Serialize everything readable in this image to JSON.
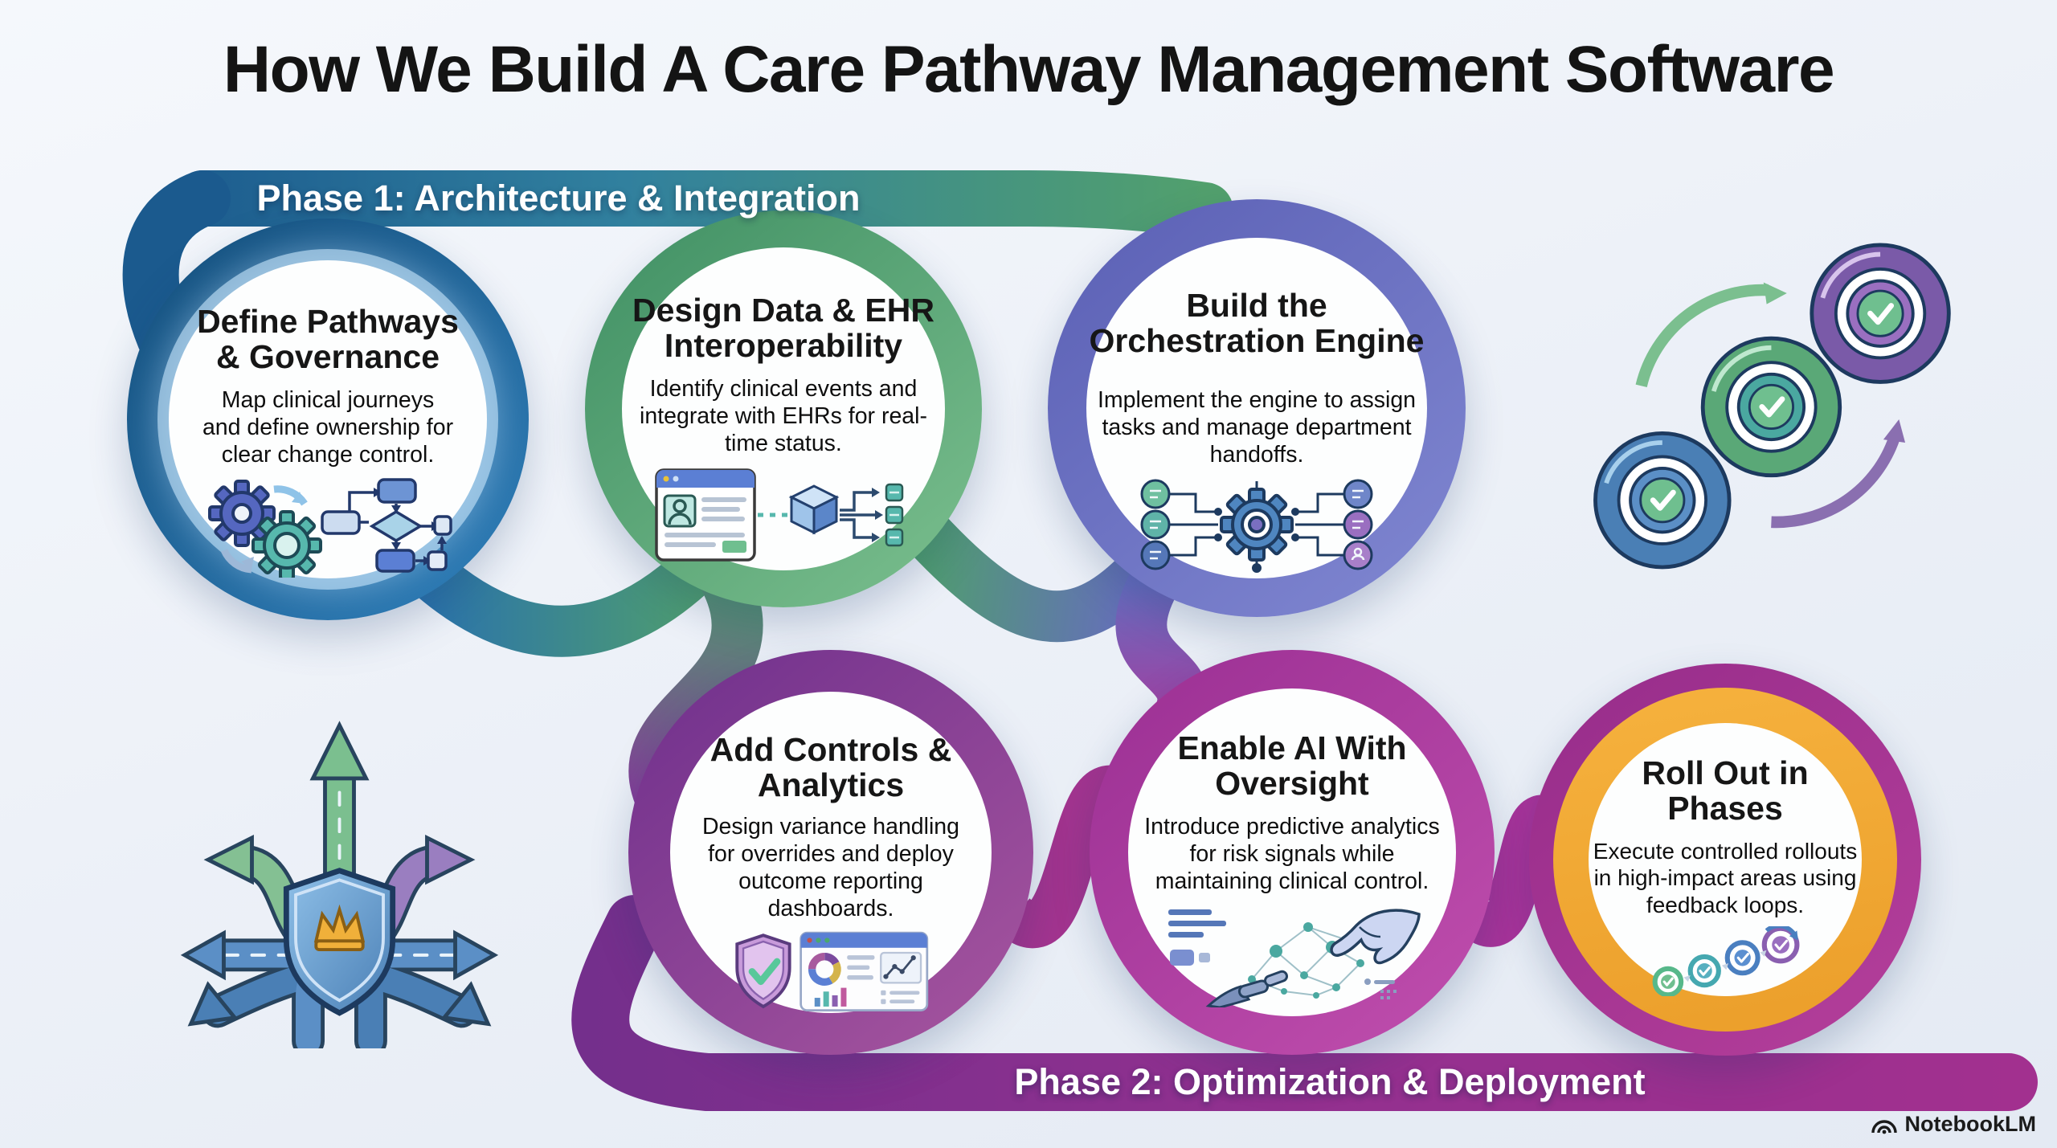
{
  "header": {
    "title": "How We Build A Care Pathway Management Software"
  },
  "phases": [
    {
      "label": "Phase 1: Architecture & Integration",
      "color_start": "#1b5a8e",
      "color_end": "#52a06d"
    },
    {
      "label": "Phase 2: Optimization & Deployment",
      "color_start": "#732f8c",
      "color_end": "#a2308f"
    }
  ],
  "steps": [
    {
      "title": "Define Pathways & Governance",
      "description": "Map clinical journeys and define ownership for clear change control.",
      "icon": "gears-flowchart",
      "ring_color": "#1f6396"
    },
    {
      "title": "Design Data & EHR Interoperability",
      "description": "Identify clinical events and integrate with EHRs for real-time status.",
      "icon": "ehr-integration",
      "ring_color": "#539e6f"
    },
    {
      "title": "Build the Orchestration Engine",
      "description": "Implement the engine to assign tasks and manage department handoffs.",
      "icon": "orchestration-gear-network",
      "ring_color": "#666cbe"
    },
    {
      "title": "Add Controls & Analytics",
      "description": "Design variance handling for overrides and deploy outcome reporting dashboards.",
      "icon": "shield-check-dashboard",
      "ring_color": "#86389a"
    },
    {
      "title": "Enable AI With Oversight",
      "description": "Introduce predictive analytics for risk signals while maintaining clinical control.",
      "icon": "human-robot-hands-network",
      "ring_color": "#ad369b"
    },
    {
      "title": "Roll Out in Phases",
      "description": "Execute controlled rollouts in high-impact areas using feedback loops.",
      "icon": "phased-rollout-checks",
      "ring_colors": [
        "#a2308f",
        "#f0a839"
      ]
    }
  ],
  "decorations": [
    {
      "name": "branching-pathways-shield-crown",
      "position": "bottom-left"
    },
    {
      "name": "loop-targets-checkmarks",
      "position": "top-right"
    }
  ],
  "footer": {
    "brand": "NotebookLM"
  },
  "colors": {
    "background": "#eef2f8",
    "title_text": "#141414",
    "banner_text": "#ffffff",
    "body_text": "#0e0e0e",
    "gold_ring": "#f0a839",
    "check_green": "#6fbf8f"
  }
}
